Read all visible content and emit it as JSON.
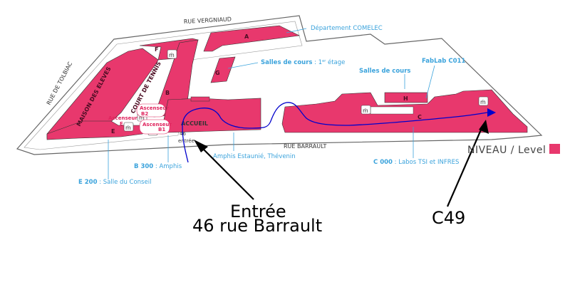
{
  "streets": {
    "vergniaud": "RUE VERGNIAUD",
    "tolbiac": "RUE DE TOLBIAC",
    "barrault": "RUE BARRAULT"
  },
  "buildings": {
    "a": "A",
    "b": "B",
    "c": "C",
    "e": "E",
    "f": "F",
    "g": "G",
    "h": "H",
    "maison": "MAISON DES ELEVES",
    "court": "COURT DE TENNIS",
    "accueil": "ACCUEIL",
    "entrance_number": "46",
    "entrance_word": "entrée"
  },
  "annotations": {
    "comelec": "Département COMELEC",
    "salles_g_bold": "Salles de cours",
    "salles_g_rest": " : 1",
    "salles_g_sup": "er",
    "salles_g_end": " étage",
    "salles_h": "Salles de cours",
    "fablab": "FabLab C011",
    "amphis": "Amphis Estaunié, Thévenin",
    "b300_bold": "B 300",
    "b300_rest": " : Amphis",
    "c000_bold": "C 000",
    "c000_rest": " : Labos TSI et INFRES",
    "e200_bold": "E 200",
    "e200_rest": " : Salle du Conseil"
  },
  "elevators": {
    "b2_word": "Ascenseur",
    "b2_code": "B2",
    "e_word": "Ascenseur",
    "e_code": "E",
    "b1_word": "Ascenseur",
    "b1_code": "B1"
  },
  "callouts": {
    "entree_line1": "Entrée",
    "entree_line2": "46 rue Barrault",
    "c49": "C49"
  },
  "legend": {
    "label": "NIVEAU / Level",
    "swatch_color": "#e8386d"
  },
  "colors": {
    "building_fill": "#e8386d",
    "annotation": "#3ba3dc",
    "route": "#0000cc",
    "outline": "#555555"
  },
  "icons": [
    "restroom-icon",
    "restroom-icon",
    "restroom-icon",
    "restroom-icon",
    "restroom-icon"
  ]
}
